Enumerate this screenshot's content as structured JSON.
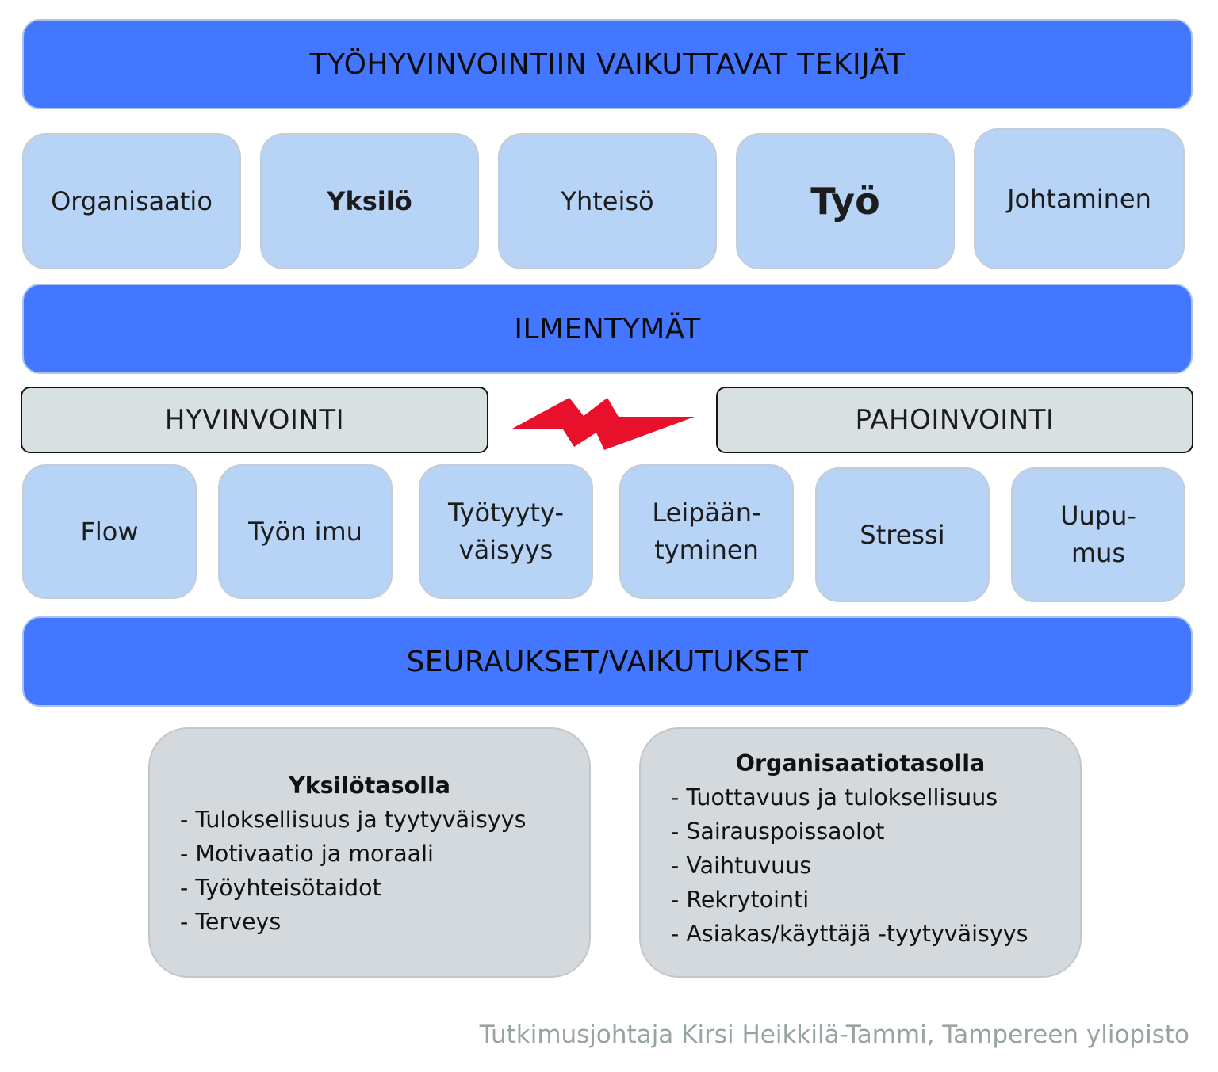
{
  "factors_banner": "TYÖHYVINVOINTIIN VAIKUTTAVAT TEKIJÄT",
  "factors": [
    "Organisaatio",
    "Yksilö",
    "Yhteisö",
    "Työ",
    "Johtaminen"
  ],
  "manifestations_banner": "ILMENTYMÄT",
  "wellbeing_label": "HYVINVOINTI",
  "illbeing_label": "PAHOINVOINTI",
  "lightning_icon": "lightning-bolt-icon",
  "colors": {
    "banner": "#4477ff",
    "tile": "#b7d3f5",
    "label_box": "#d9e0e2",
    "result_box": "#d3d9dd",
    "lightning": "#e8102a",
    "footer_text": "#98a4a4"
  },
  "manifestations": [
    {
      "line1": "Flow",
      "line2": ""
    },
    {
      "line1": "Työn imu",
      "line2": ""
    },
    {
      "line1": "Työtyyty-",
      "line2": "väisyys"
    },
    {
      "line1": "Leipään-",
      "line2": "tyminen"
    },
    {
      "line1": "Stressi",
      "line2": ""
    },
    {
      "line1": "Uupu-",
      "line2": "mus"
    }
  ],
  "consequences_banner": "SEURAUKSET/VAIKUTUKSET",
  "individual_level": {
    "heading": "Yksilötasolla",
    "items": [
      "- Tuloksellisuus ja tyytyväisyys",
      "- Motivaatio ja moraali",
      "- Työyhteisötaidot",
      "- Terveys"
    ]
  },
  "organization_level": {
    "heading": "Organisaatiotasolla",
    "items": [
      "- Tuottavuus ja tuloksellisuus",
      "- Sairauspoissaolot",
      "- Vaihtuvuus",
      "- Rekrytointi",
      "- Asiakas/käyttäjä -tyytyväisyys"
    ]
  },
  "footer": "Tutkimusjohtaja Kirsi Heikkilä-Tammi, Tampereen yliopisto"
}
